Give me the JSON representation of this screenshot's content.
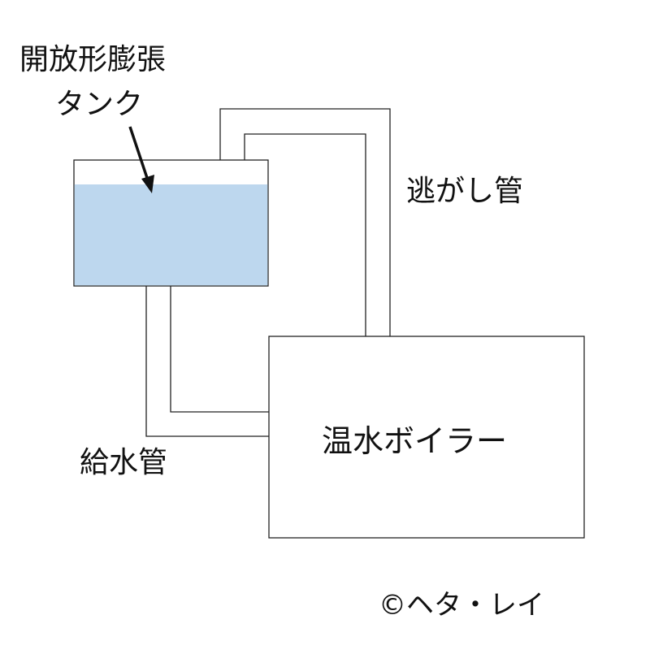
{
  "labels": {
    "tank_line1": "開放形膨張",
    "tank_line2": "タンク",
    "relief_pipe": "逃がし管",
    "supply_pipe": "給水管",
    "boiler": "温水ボイラー",
    "copyright": "©ヘタ・レイ"
  },
  "colors": {
    "water": "#bdd7ee",
    "line": "#222222",
    "background": "#ffffff"
  }
}
